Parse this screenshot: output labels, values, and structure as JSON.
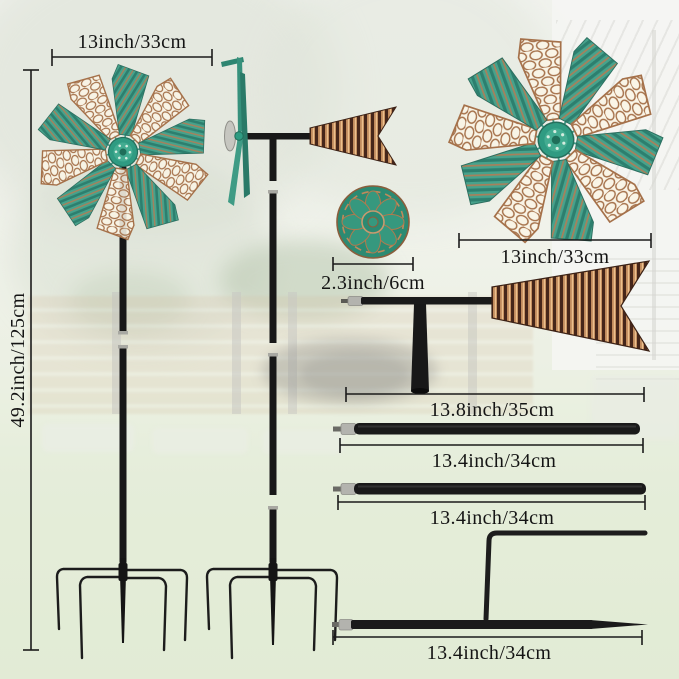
{
  "image": {
    "description_hint": "garden windmill wind-spinner parts dimension diagram",
    "colors": {
      "teal": "#3f9b85",
      "teal_dark": "#2d7f6e",
      "copper": "#b5764b",
      "copper_dark": "#46261a",
      "cream_mesh": "#f6efdd",
      "pole_black": "#1a1a1a",
      "dimension_ink": "#1b1b1b"
    }
  },
  "labels": {
    "left_wheel_width": "13inch/33cm",
    "overall_height": "49.2inch/125cm",
    "medallion_diameter": "2.3inch/6cm",
    "right_wheel_width": "13inch/33cm",
    "vane_arm_length": "13.8inch/35cm",
    "pole_section_upper": "13.4inch/34cm",
    "pole_section_lower": "13.4inch/34cm",
    "ground_stake_length": "13.4inch/34cm"
  }
}
